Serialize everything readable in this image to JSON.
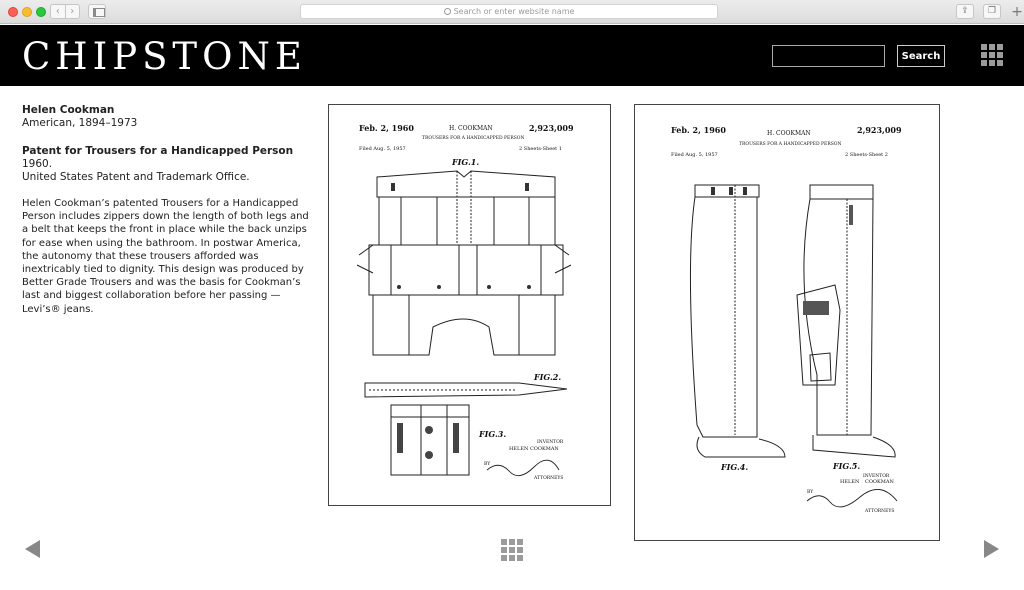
{
  "browser": {
    "url_placeholder": "Search or enter website name"
  },
  "site": {
    "logo": "CHIPSTONE",
    "search_placeholder": "",
    "search_button": "Search"
  },
  "artist": {
    "name": "Helen Cookman",
    "nationality_dates": "American, 1894–1973"
  },
  "object": {
    "title": "Patent for Trousers for a Handicapped Person",
    "date": "1960.",
    "maker": "United States Patent and Trademark Office.",
    "description": "Helen Cookman’s patented Trousers for a Handicapped Person includes zippers down the length of both legs and a belt that keeps the front in place while the back unzips for ease when using the bathroom. In postwar America, the autonomy that these trousers afforded was inextricably tied to dignity. This design was produced by Better Grade Trousers and was the basis for Cookman’s last and biggest collaboration before her passing —Levi’s® jeans."
  },
  "sheet1": {
    "date": "Feb. 2, 1960",
    "inventor": "H. COOKMAN",
    "number": "2,923,009",
    "title": "TROUSERS FOR A HANDICAPPED PERSON",
    "filed": "Filed Aug. 5, 1957",
    "sheets": "2 Sheets-Sheet 1",
    "fig1": "FIG.1.",
    "fig2": "FIG.2.",
    "fig3": "FIG.3.",
    "inventor_label": "INVENTOR",
    "inventor_name": "HELEN COOKMAN",
    "by": "BY",
    "attorneys": "ATTORNEYS"
  },
  "sheet2": {
    "date": "Feb. 2, 1960",
    "inventor": "H. COOKMAN",
    "number": "2,923,009",
    "title": "TROUSERS FOR A HANDICAPPED PERSON",
    "filed": "Filed Aug. 5, 1957",
    "sheets": "2 Sheets-Sheet 2",
    "fig4": "FIG.4.",
    "fig5": "FIG.5.",
    "inventor_label": "INVENTOR",
    "inventor_name_1": "HELEN",
    "inventor_name_2": "COOKMAN",
    "by": "BY",
    "attorneys": "ATTORNEYS"
  },
  "icons": {
    "menu": "grid-menu-icon",
    "prev": "arrow-left-icon",
    "next": "arrow-right-icon",
    "gallery": "grid-gallery-icon"
  }
}
